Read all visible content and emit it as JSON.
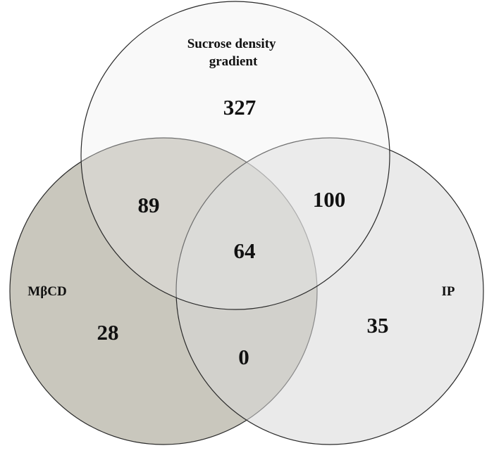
{
  "sets": [
    {
      "id": "sucrose",
      "label_lines": [
        "Sucrose density",
        "gradient"
      ],
      "color": "#eeeeee"
    },
    {
      "id": "mbcd",
      "label_lines": [
        "MβCD"
      ],
      "color": "#bfbdb1"
    },
    {
      "id": "ip",
      "label_lines": [
        "IP"
      ],
      "color": "#d8d8d8"
    }
  ],
  "regions": {
    "sucrose_only": "327",
    "sucrose_mbcd": "89",
    "sucrose_ip": "100",
    "all_three": "64",
    "mbcd_only": "28",
    "mbcd_ip": "0",
    "ip_only": "35"
  }
}
